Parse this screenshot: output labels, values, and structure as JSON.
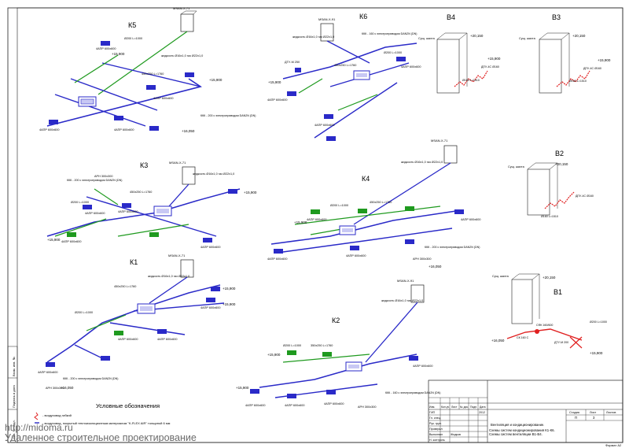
{
  "schemes": {
    "k5": {
      "title": "К5",
      "unit": "MSAN-X-71",
      "pipe": "жидкость Ø16х1,0 газ Ø22х1,0",
      "grille": "4АПР 600х600",
      "level": "+15,900",
      "level_low": "+16,050",
      "fan": "ККК - 200 с электроприводом DAN2N (DN)",
      "duct": "450х250 L=1760",
      "duct_small": "Ø200 L=1000"
    },
    "k6": {
      "title": "К6",
      "unit": "MSAN-X-91",
      "pipe": "жидкость Ø16х1,0 газ Ø22х1,0",
      "extra": "ККК - 160 с электроприводом DAN2N (DN)",
      "dtv": "ДТУ-М 250",
      "level": "+15,900",
      "grille": "4АПР 600х600",
      "duct": "450х250 L=1760",
      "duct_small": "Ø200 L=1000"
    },
    "k3": {
      "title": "К3",
      "unit": "MSAN-X-71",
      "pipe": "жидкость Ø16х1,0 газ Ø22х1,0",
      "fan": "ККК - 200 с электроприводом DAN2N (DN)",
      "arn": "АРН 300х300",
      "level": "+15,900",
      "grille": "4АПР 600х600",
      "duct": "450х250 L=1760",
      "duct_small": "Ø200 L=1000"
    },
    "k4": {
      "title": "К4",
      "unit": "MSAN-X-71",
      "pipe": "жидкость Ø16х1,0 газ Ø22х1,0",
      "fan": "ККК - 200 с электроприводом DAN2N (DN)",
      "arn": "АРН 300х300",
      "level": "+15,900",
      "level_low": "+16,050",
      "grille": "4АПР 600х600",
      "duct": "450х250 L=1760",
      "duct_small": "Ø200 L=1000"
    },
    "k1": {
      "title": "К1",
      "unit": "MSAN-X-71",
      "pipe": "жидкость Ø16х1,0 газ Ø22х1,0",
      "fan": "ККК - 200 с электроприводом DAN2N (DN)",
      "arn": "АРН 300х300",
      "level": "+15,900",
      "level_low": "+16,050",
      "grille": "4АПР 600х600",
      "duct": "450х250 L=1760",
      "duct_small": "Ø200 L=1000"
    },
    "k2": {
      "title": "К2",
      "unit": "MSAN-X-91",
      "pipe": "жидкость Ø16х1,0 газ Ø22х1,0",
      "fan": "ККК - 160 с электроприводом DAN2N (DN)",
      "arn": "АРН 300х300",
      "level": "+15,900",
      "grille": "4АПР 600х600",
      "duct": "350х250 L=1760",
      "duct_small": "Ø200 L=1000"
    },
    "b4": {
      "title": "В4",
      "shaft": "Сущ. шахта",
      "level_top": "+20,150",
      "level": "+15,900",
      "grille": "ДПУ-4С Ø160",
      "duct_small": "Ø160 L=1510"
    },
    "b3": {
      "title": "В3",
      "shaft": "Сущ. шахта",
      "level_top": "+20,150",
      "level": "+15,900",
      "grille": "ДПУ-4С Ø160",
      "duct_small": "Ø160 L=1510"
    },
    "b2": {
      "title": "В2",
      "shaft": "Сущ. шахта",
      "level_top": "+20,150",
      "grille": "ДПУ-4С Ø160",
      "duct_small": "Ø160 L=1510"
    },
    "b1": {
      "title": "В1",
      "shaft": "Сущ. шахта",
      "level_top": "+20,150",
      "level": "+15,900",
      "level_low": "+16,050",
      "fan": "СФК 160/600",
      "valve": "СК 160 С",
      "dtv": "ДТУ-М 200",
      "duct_small": "Ø200 L=1000"
    }
  },
  "legend": {
    "title": "Условные обозначения",
    "item1": "- воздуховод гибкий",
    "item2": "- воздуховод, покрытый теплоизоляционным материалом \"K-FLEX AIR\" толщиной 6 мм"
  },
  "side_stamp": [
    "Взам. инв. №",
    "Подпись и дата",
    "Инв. № подл."
  ],
  "title_block": {
    "header": [
      "Изм.",
      "Кол.уч.",
      "Лист",
      "№ док.",
      "Подп.",
      "Дата"
    ],
    "roles": [
      "ГИП",
      "Гл. спец.",
      "Рук. груп.",
      "Проверил",
      "Выполнил",
      "Н. контроль"
    ],
    "surname": "Жидков",
    "year": "2012",
    "project": "Вентиляция и кондиционирование.",
    "sheet_title": "Схемы систем кондиционирования К1-К6. Схемы систем вентиляции В1-В4.",
    "stage_label": "Стадия",
    "sheet_label": "Лист",
    "sheets_label": "Листов",
    "stage": "П",
    "sheet": "3",
    "format": "Формат А2"
  },
  "watermark": {
    "url": "http://midoma.ru",
    "text": "Удаленное строительное проектирование"
  },
  "colors": {
    "duct": "#2a2ac8",
    "flex": "#1f9a1f",
    "exhaust": "#e02020",
    "line": "#222222"
  }
}
